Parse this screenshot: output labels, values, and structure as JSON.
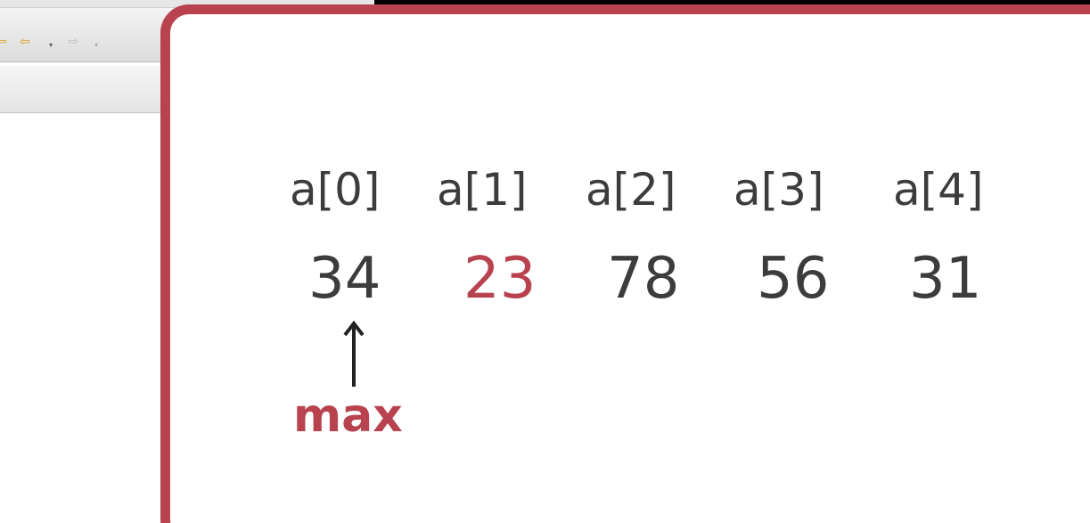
{
  "toolbar": {
    "icons": [
      "last-edit-icon",
      "back-arrow-icon",
      "dropdown-icon",
      "forward-arrow-icon",
      "dropdown-icon"
    ],
    "last_edit_glyph": "⇦",
    "back_glyph": "⇦",
    "dropdown_glyph": "▾",
    "forward_glyph": "⇨"
  },
  "slide": {
    "indices": [
      "a[0]",
      "a[1]",
      "a[2]",
      "a[3]",
      "a[4]"
    ],
    "values": [
      "34",
      "23",
      "78",
      "56",
      "31"
    ],
    "highlighted_index": 1,
    "pointer": {
      "label": "max",
      "points_to_index": 0
    },
    "colors": {
      "accent": "#b8434f",
      "text": "#3c3c3c",
      "background": "#ffffff"
    }
  }
}
